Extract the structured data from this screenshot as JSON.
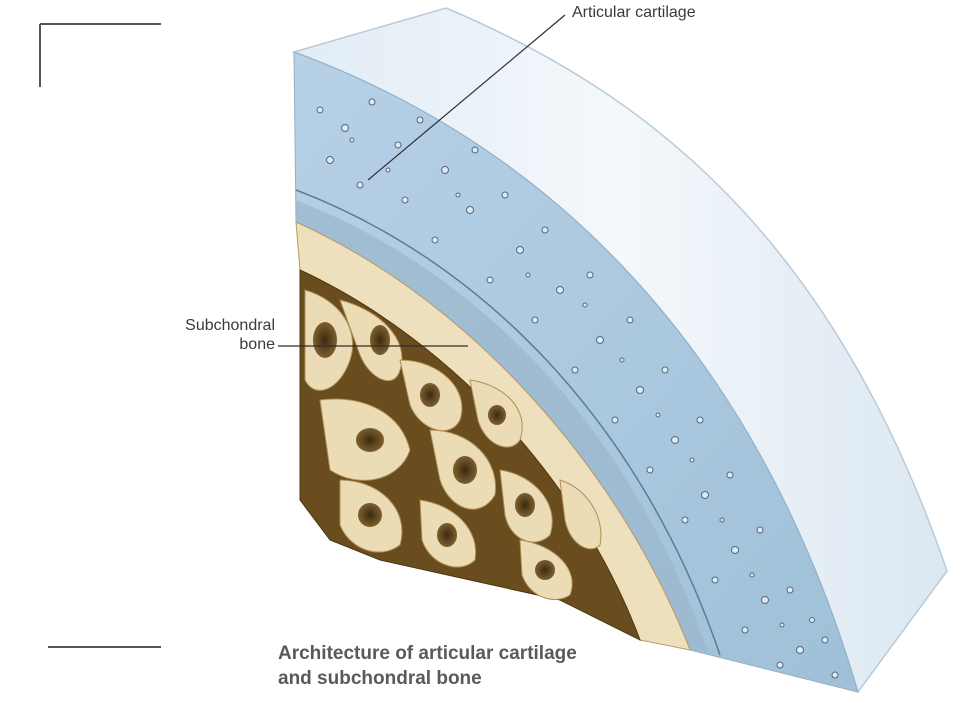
{
  "labels": {
    "articular_cartilage": "Articular cartilage",
    "subchondral_line1": "Subchondral",
    "subchondral_line2": "bone"
  },
  "caption": {
    "line1": "Architecture of articular cartilage",
    "line2": "and subchondral bone"
  },
  "colors": {
    "cartilage_face": "#a9c8de",
    "cartilage_surface": "#eaf2f8",
    "bone_light": "#eedfbd",
    "bone_dark": "#6a4d1e",
    "text": "#3a3a3a"
  }
}
